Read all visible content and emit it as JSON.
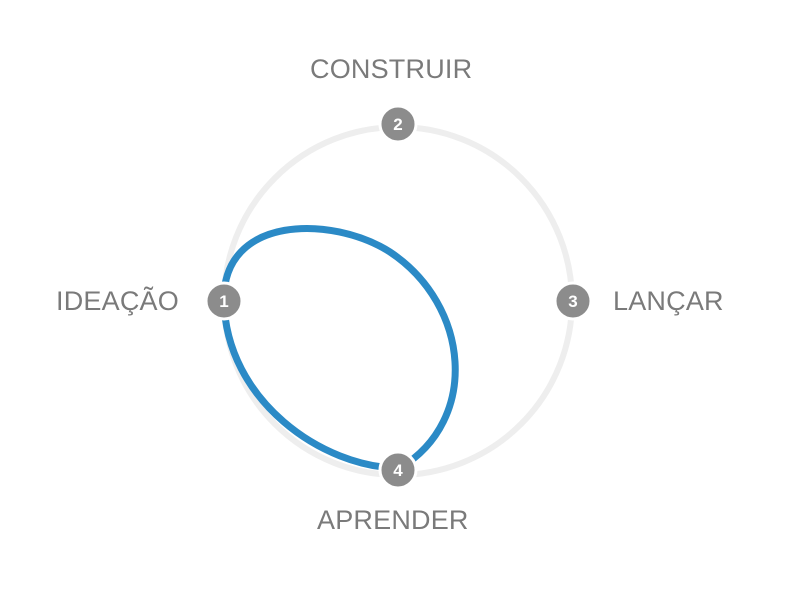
{
  "colors": {
    "ring": "#eeeeee",
    "loop": "#2b8ac6",
    "node_fill": "#8c8c8c",
    "node_text": "#ffffff",
    "label_text": "#7a7a7a",
    "background": "#ffffff"
  },
  "stages": [
    {
      "id": "construir",
      "number": "2",
      "label": "CONSTRUIR"
    },
    {
      "id": "ideacao",
      "number": "1",
      "label": "IDEAÇÃO"
    },
    {
      "id": "lancar",
      "number": "3",
      "label": "LANÇAR"
    },
    {
      "id": "aprender",
      "number": "4",
      "label": "APRENDER"
    }
  ],
  "highlighted_loop": [
    "1",
    "4"
  ]
}
